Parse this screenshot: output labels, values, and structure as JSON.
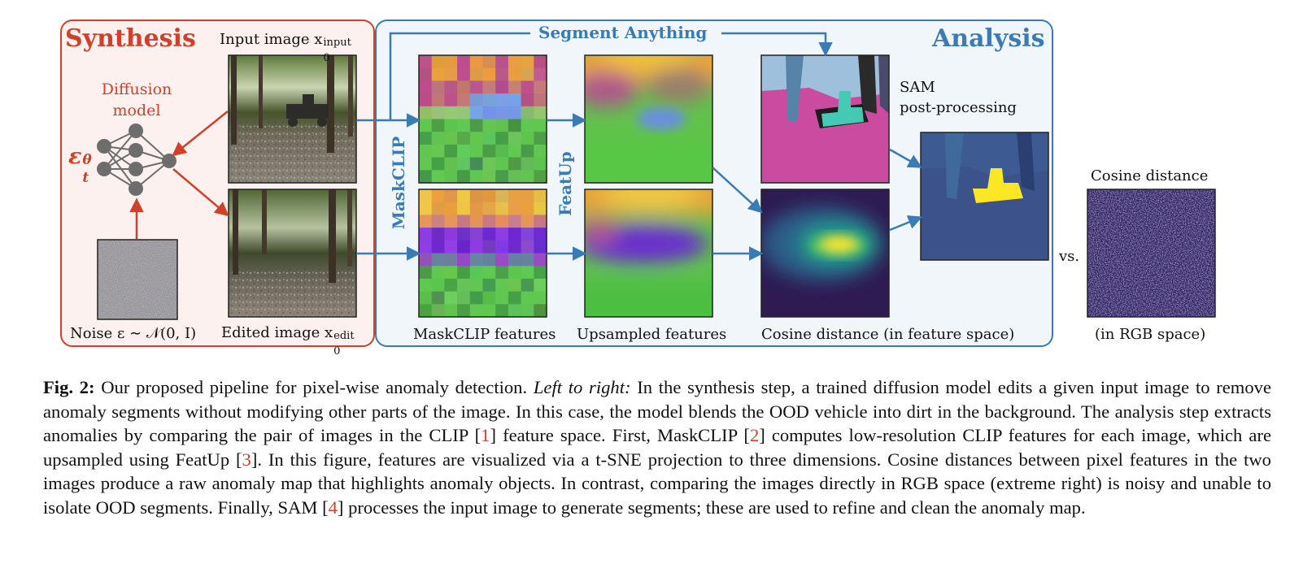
{
  "synthesis": {
    "title": "Synthesis",
    "model_label_line1": "Diffusion",
    "model_label_line2": "model",
    "model_symbol": "ε",
    "model_symbol_sup": "θ",
    "model_symbol_sub": "t",
    "input_label": "Input image x",
    "input_label_sup": "input",
    "input_label_sub": "0",
    "noise_label": "Noise ε ∼ 𝒩(0, I)",
    "edited_label": "Edited image x",
    "edited_label_sup": "edit",
    "edited_label_sub": "0"
  },
  "analysis": {
    "title": "Analysis",
    "segment_anything_label": "Segment Anything",
    "maskclip_vertical": "MaskCLIP",
    "featup_vertical": "FeatUp",
    "maskclip_features_label": "MaskCLIP features",
    "upsampled_features_label": "Upsampled features",
    "sam_label_line1": "SAM",
    "sam_label_line2": "post-processing",
    "cosine_feature_label": "Cosine distance (in feature space)"
  },
  "rgb": {
    "vs_label": "vs.",
    "cosine_title": "Cosine distance",
    "rgb_space_label": "(in RGB space)"
  },
  "colors": {
    "synthesis_red": "#d0402a",
    "analysis_blue": "#3a7ab5",
    "synthesis_bg": "#fdf1ef",
    "analysis_bg": "#f1f6fb"
  },
  "caption": {
    "fig_label": "Fig. 2:",
    "s1": " Our proposed pipeline for pixel-wise anomaly detection. ",
    "italic": "Left to right:",
    "s2": " In the synthesis step, a trained diffusion model edits a given input image to remove anomaly segments without modifying other parts of the image. In this case, the model blends the OOD vehicle into dirt in the background. The analysis step extracts anomalies by comparing the pair of images in the CLIP [",
    "ref1": "1",
    "s3": "] feature space. First, MaskCLIP [",
    "ref2": "2",
    "s4": "] computes low-resolution CLIP features for each image, which are upsampled using FeatUp [",
    "ref3": "3",
    "s5": "]. In this figure, features are visualized via a t-SNE projection to three dimensions. Cosine distances between pixel features in the two images produce a raw anomaly map that highlights anomaly objects. In contrast, comparing the images directly in RGB space (extreme right) is noisy and unable to isolate OOD segments. Finally, SAM [",
    "ref4": "4",
    "s6": "] processes the input image to generate segments; these are used to refine and clean the anomaly map."
  }
}
